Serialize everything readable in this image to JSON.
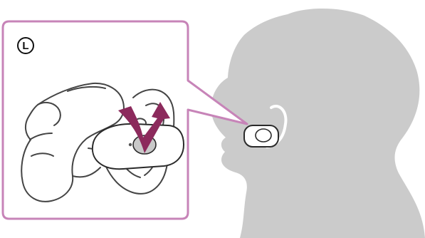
{
  "diagram": {
    "side_marker": "L",
    "colors": {
      "callout_border": "#c784b8",
      "callout_fill": "#ffffff",
      "silhouette": "#cbcbcb",
      "line_art": "#444444",
      "arrow": "#8c2a5c"
    },
    "icons": {
      "callout": "callout-zoom-panel",
      "hand": "hand-line-art",
      "ear": "ear-line-art",
      "earbud": "earbud-icon",
      "arrow": "rotation-arrow-icon",
      "head": "head-silhouette"
    }
  }
}
